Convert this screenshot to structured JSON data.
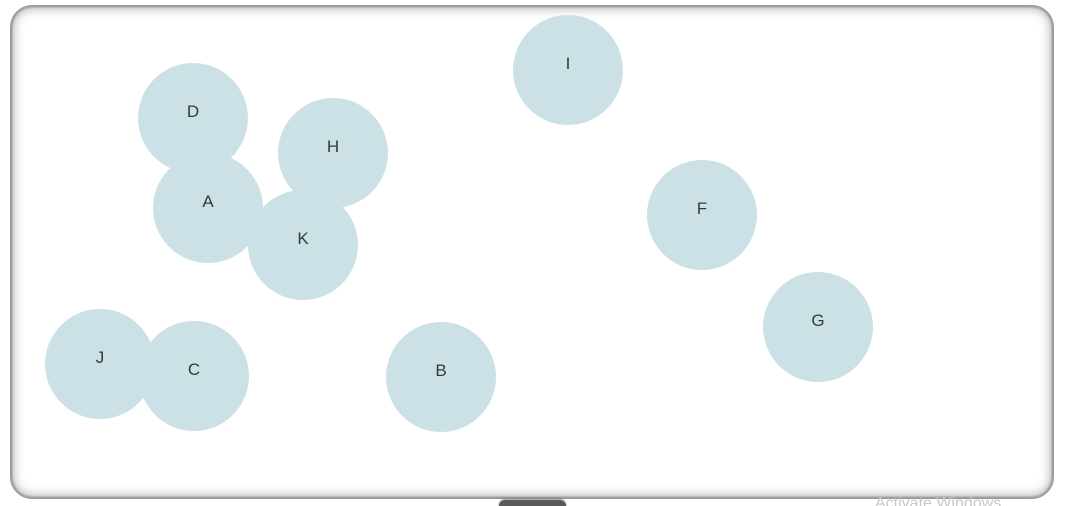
{
  "nodes": [
    {
      "label": "A"
    },
    {
      "label": "B"
    },
    {
      "label": "C"
    },
    {
      "label": "D"
    },
    {
      "label": "F"
    },
    {
      "label": "G"
    },
    {
      "label": "H"
    },
    {
      "label": "I"
    },
    {
      "label": "J"
    },
    {
      "label": "K"
    }
  ],
  "watermark": "Activate Windows",
  "colors": {
    "node_fill": "#cce1e6",
    "node_text": "#333a3d",
    "board_border": "#9a9a9a"
  }
}
